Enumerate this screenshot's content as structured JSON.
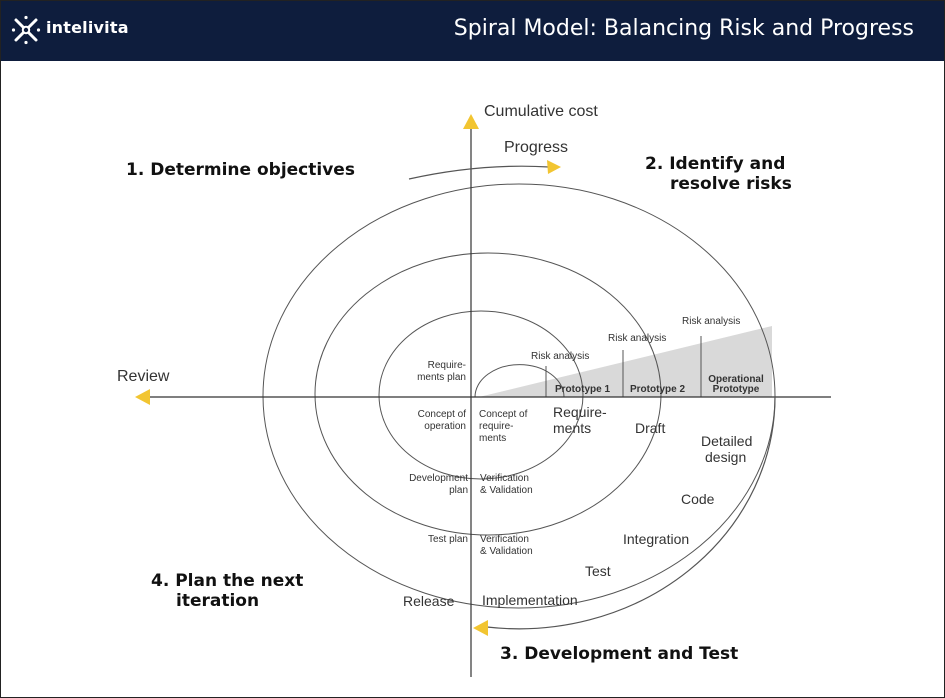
{
  "header": {
    "brand": "intelivita",
    "title": "Spiral Model: Balancing Risk and Progress"
  },
  "axes": {
    "vertical": "Cumulative cost",
    "progress": "Progress",
    "review": "Review"
  },
  "quadrants": {
    "q1": "1. Determine objectives",
    "q2_line1": "2. Identify and",
    "q2_line2": "resolve risks",
    "q3": "3. Development and Test",
    "q4_line1": "4. Plan the next",
    "q4_line2": "iteration"
  },
  "labels": {
    "risk1": "Risk analysis",
    "risk2": "Risk analysis",
    "risk3": "Risk analysis",
    "proto1": "Prototype 1",
    "proto2": "Prototype 2",
    "op_proto1": "Operational",
    "op_proto2": "Prototype",
    "req_plan1": "Require-",
    "req_plan2": "ments plan",
    "concept_op1": "Concept of",
    "concept_op2": "operation",
    "concept_req1": "Concept of",
    "concept_req2": "require-",
    "concept_req3": "ments",
    "requirements1": "Require-",
    "requirements2": "ments",
    "draft": "Draft",
    "detailed1": "Detailed",
    "detailed2": "design",
    "code": "Code",
    "integration": "Integration",
    "test": "Test",
    "implementation": "Implementation",
    "release": "Release",
    "dev_plan1": "Development",
    "dev_plan2": "plan",
    "vv1a": "Verification",
    "vv1b": "& Validation",
    "test_plan": "Test plan",
    "vv2a": "Verification",
    "vv2b": "& Validation"
  },
  "colors": {
    "header_bg": "#0e1d3d",
    "arrow_accent": "#f2c531",
    "shade": "#d9d9d9"
  }
}
